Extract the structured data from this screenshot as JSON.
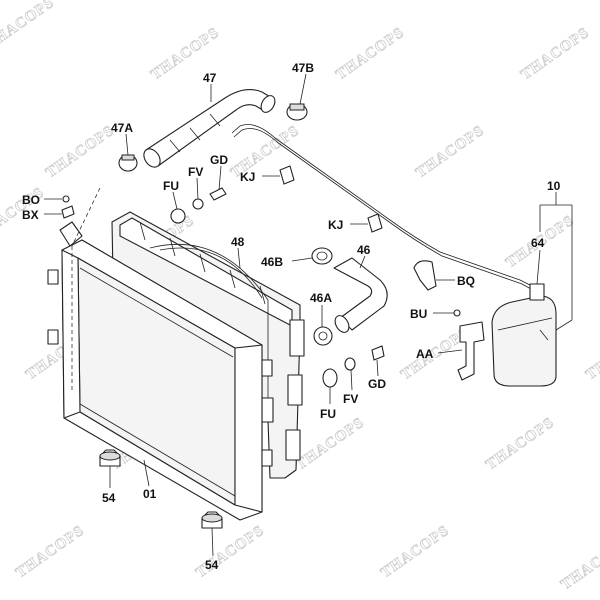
{
  "watermark": "THACOPS",
  "labels": {
    "l47": "47",
    "l47B": "47B",
    "l47A": "47A",
    "lGD_top": "GD",
    "lFV_top": "FV",
    "lFU_top": "FU",
    "lKJ_top": "KJ",
    "lBO": "BO",
    "lBX": "BX",
    "l10": "10",
    "l64": "64",
    "lKJ_mid": "KJ",
    "l48": "48",
    "l46B": "46B",
    "l46": "46",
    "lBQ": "BQ",
    "l46A": "46A",
    "lBU": "BU",
    "lAA": "AA",
    "lGD_bot": "GD",
    "lFV_bot": "FV",
    "lFU_bot": "FU",
    "l54_left": "54",
    "l01": "01",
    "l54_bot": "54"
  }
}
